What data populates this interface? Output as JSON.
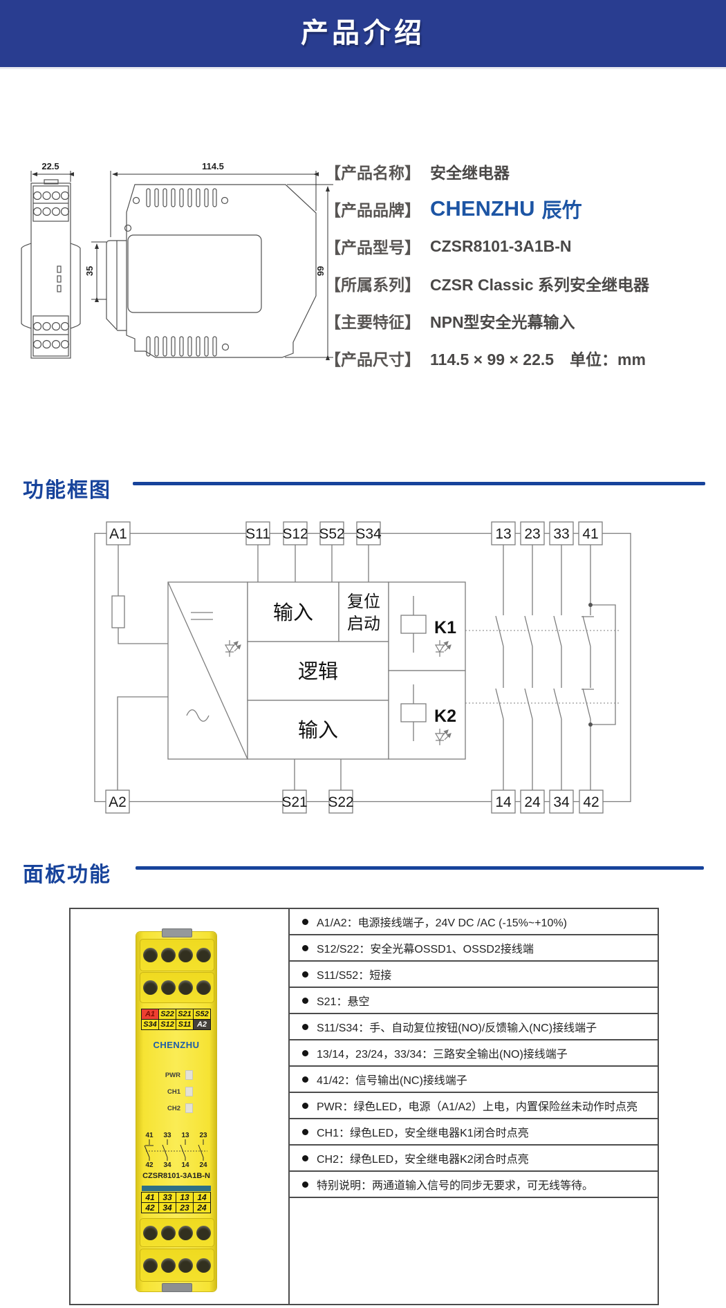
{
  "header": {
    "title": "产品介绍"
  },
  "product": {
    "rows": [
      {
        "label": "【产品名称】",
        "value": "安全继电器"
      },
      {
        "label": "【产品品牌】",
        "value": "CHENZHU 辰竹"
      },
      {
        "label": "【产品型号】",
        "value": "CZSR8101-3A1B-N"
      },
      {
        "label": "【所属系列】",
        "value": "CZSR Classic 系列安全继电器"
      },
      {
        "label": "【主要特征】",
        "value": "NPN型安全光幕输入"
      },
      {
        "label": "【产品尺寸】",
        "value": "114.5 × 99 × 22.5　单位：mm"
      }
    ],
    "logo": {
      "en": "CHENZHU",
      "cn": "辰竹"
    }
  },
  "drawing": {
    "front_width": "22.5",
    "side_width": "114.5",
    "rail_height": "35",
    "body_height": "99"
  },
  "sections": {
    "diagram_title": "功能框图",
    "panel_title": "面板功能"
  },
  "diagram": {
    "top_terminals": [
      "A1",
      "S11",
      "S12",
      "S52",
      "S34",
      "13",
      "23",
      "33",
      "41"
    ],
    "bottom_terminals": [
      "A2",
      "S21",
      "S22",
      "14",
      "24",
      "34",
      "42"
    ],
    "blocks": {
      "input_top": "输入",
      "reset1": "复位",
      "reset2": "启动",
      "logic": "逻辑",
      "input_bottom": "输入"
    },
    "relays": {
      "k1": "K1",
      "k2": "K2"
    }
  },
  "panel": {
    "rows": [
      "A1/A2：电源接线端子，24V DC /AC (-15%~+10%)",
      "S12/S22：安全光幕OSSD1、OSSD2接线端",
      "S11/S52：短接",
      "S21：悬空",
      "S11/S34：手、自动复位按钮(NO)/反馈输入(NC)接线端子",
      "13/14，23/24，33/34：三路安全输出(NO)接线端子",
      "41/42：信号输出(NC)接线端子",
      "PWR：绿色LED，电源（A1/A2）上电，内置保险丝未动作时点亮",
      "CH1：绿色LED，安全继电器K1闭合时点亮",
      "CH2：绿色LED，安全继电器K2闭合时点亮",
      "特别说明：两通道输入信号的同步无要求，可无线等待。"
    ],
    "device": {
      "brand": "CHENZHU",
      "model": "CZSR8101-3A1B-N",
      "leds": [
        "PWR",
        "CH1",
        "CH2"
      ],
      "top_labels_r1": [
        "A1",
        "S22",
        "S21",
        "S52"
      ],
      "top_labels_r2": [
        "S34",
        "S12",
        "S11",
        "A2"
      ],
      "contact_top": [
        "41",
        "33",
        "13",
        "23"
      ],
      "contact_bottom": [
        "42",
        "34",
        "14",
        "24"
      ],
      "bottom_labels_r1": [
        "41",
        "33",
        "13",
        "14"
      ],
      "bottom_labels_r2": [
        "42",
        "34",
        "23",
        "24"
      ]
    }
  },
  "colors": {
    "header_bg": "#293d90",
    "accent_blue": "#17439b",
    "logo_blue": "#1d55a4",
    "text_gray": "#585553",
    "device_yellow": "#f6e21f",
    "label_red": "#ee3f31",
    "label_dark": "#45413b",
    "teal_stripe": "#2e7086"
  }
}
